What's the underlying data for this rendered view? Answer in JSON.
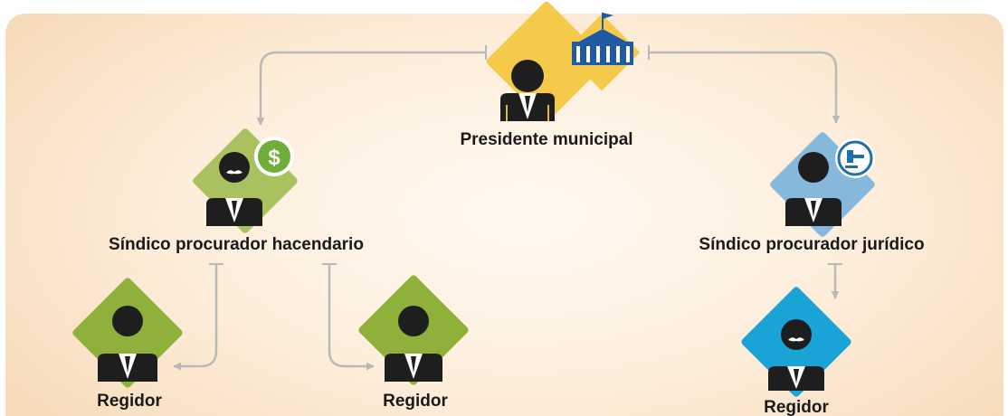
{
  "colors": {
    "background": "#fdeedb",
    "president_diamond": "#f5c94a",
    "president_badge": "#1f5aa3",
    "hacendario_diamond": "#a9c25f",
    "juridico_diamond": "#86b8dc",
    "regidor_green": "#8fb03a",
    "regidor_blue": "#1aa3d6",
    "connector": "#b9b9b9",
    "person": "#1e1e1e"
  },
  "nodes": {
    "presidente": {
      "label": "Presidente municipal",
      "badge_icon": "city-hall-icon"
    },
    "hacendario": {
      "label": "Síndico procurador hacendario",
      "badge_icon": "dollar-icon"
    },
    "juridico": {
      "label": "Síndico procurador jurídico",
      "badge_icon": "gavel-icon"
    },
    "regidor_left": {
      "label": "Regidor"
    },
    "regidor_mid": {
      "label": "Regidor"
    },
    "regidor_right": {
      "label": "Regidor"
    }
  }
}
